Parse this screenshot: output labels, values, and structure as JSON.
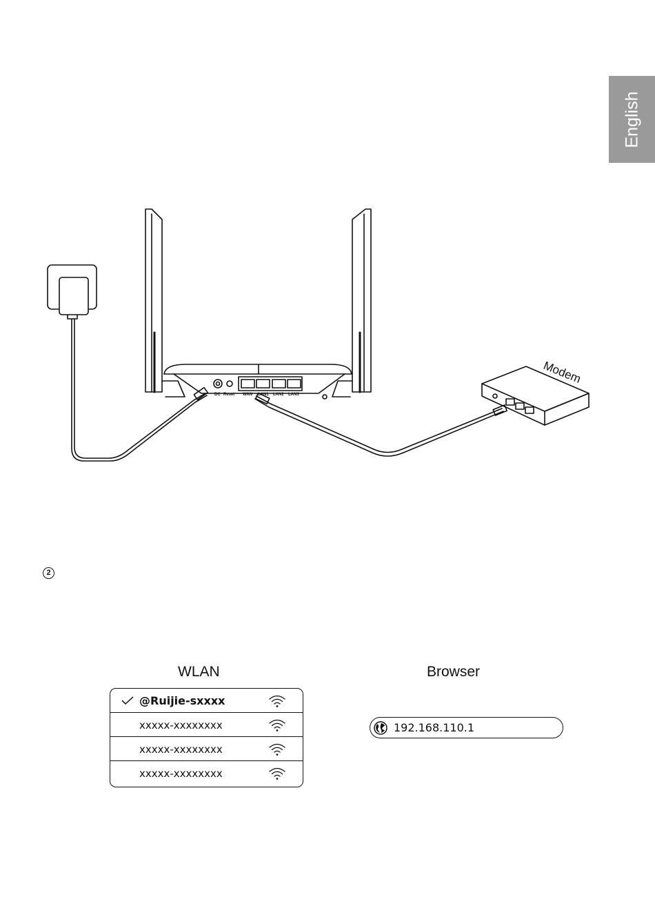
{
  "language_tab": "English",
  "diagram": {
    "port_labels": [
      "DC",
      "Reset",
      "WAN",
      "LAN1",
      "LAN2",
      "LAN3"
    ],
    "modem_label": "Modem"
  },
  "step_marker": "2",
  "wlan": {
    "title": "WLAN",
    "networks": [
      {
        "ssid": "@Ruijie-sxxxx",
        "connected": true
      },
      {
        "ssid": "xxxxx-xxxxxxxx",
        "connected": false
      },
      {
        "ssid": "xxxxx-xxxxxxxx",
        "connected": false
      },
      {
        "ssid": "xxxxx-xxxxxxxx",
        "connected": false
      }
    ]
  },
  "browser": {
    "title": "Browser",
    "url": "192.168.110.1"
  }
}
